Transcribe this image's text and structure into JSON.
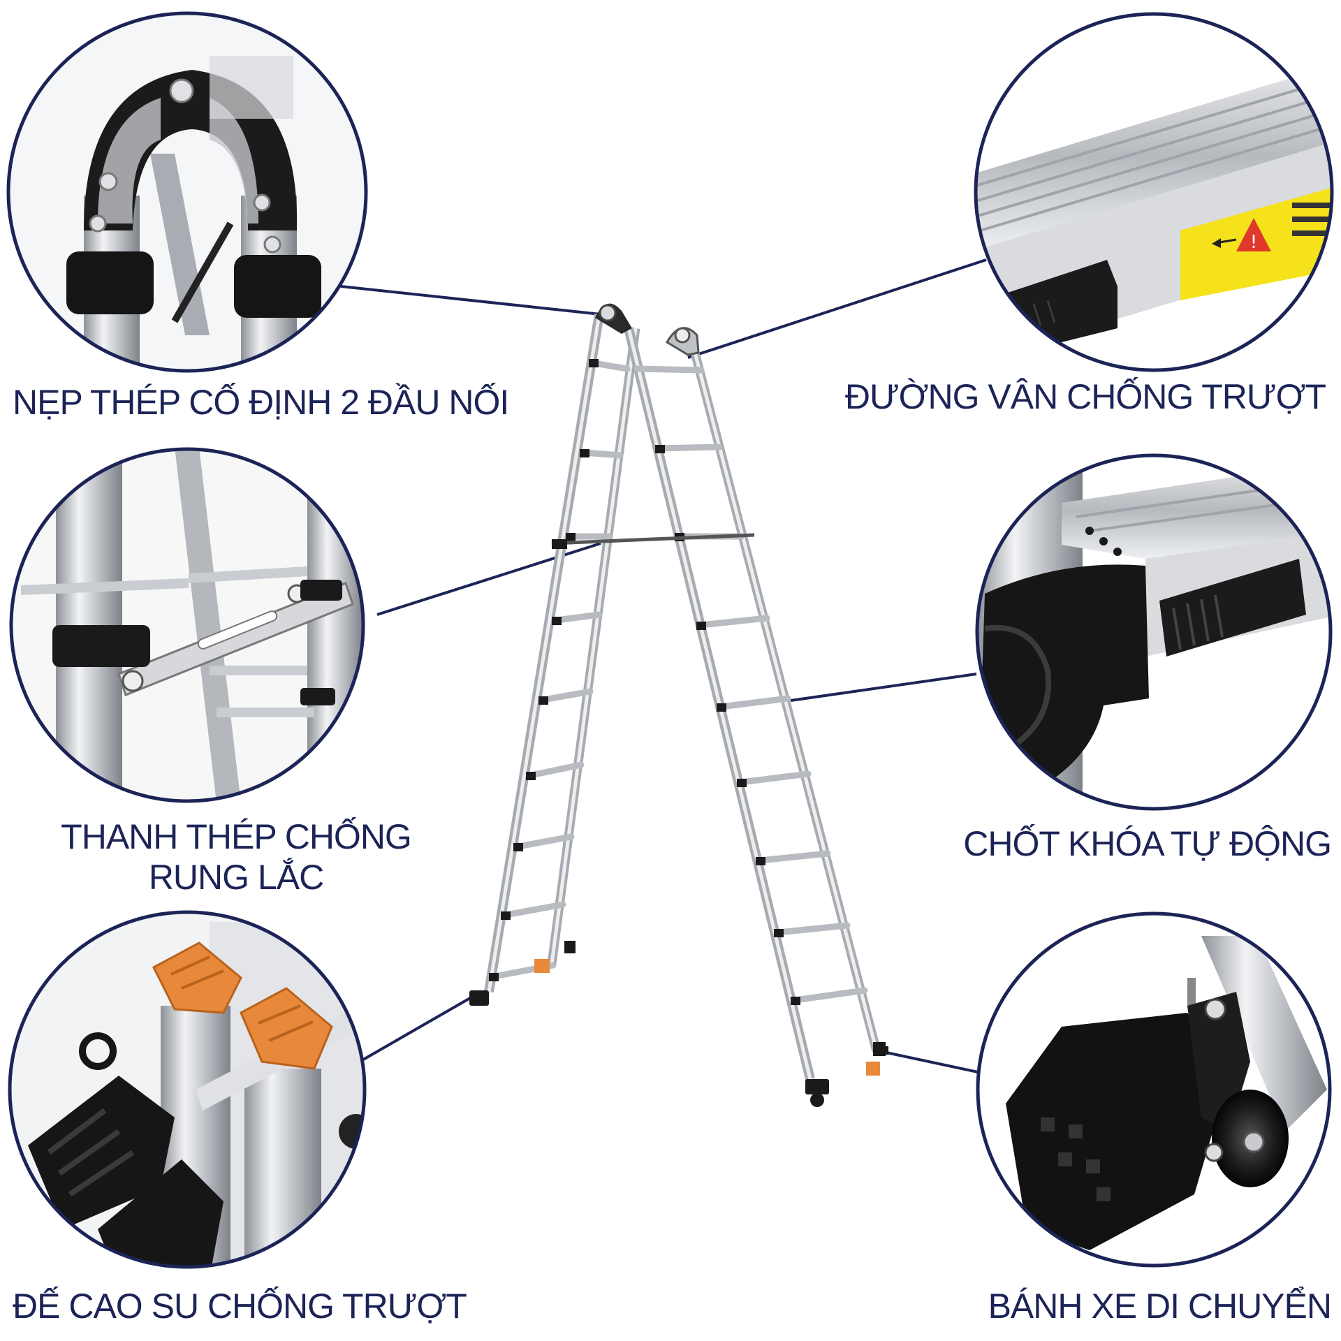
{
  "labels": {
    "steel_brace_connectors": "NẸP THÉP CỐ ĐỊNH 2 ĐẦU NỐI",
    "anti_sway_bar": "THANH THÉP CHỐNG RUNG LẮC",
    "rubber_feet": "ĐẾ CAO SU CHỐNG TRƯỢT",
    "anti_slip_grooves": "ĐƯỜNG VÂN CHỐNG TRƯỢT",
    "auto_lock": "CHỐT KHÓA TỰ ĐỘNG",
    "wheels": "BÁNH XE DI CHUYỂN"
  },
  "colors": {
    "circle_border": "#1c2457",
    "label_text": "#1c2457",
    "aluminum": "#c9ccd1",
    "rubber": "#1a1a1a",
    "orange_pad": "#e8883a",
    "warning_yellow": "#f5e21a"
  },
  "icons": {
    "warning_sticker": "warning-triangle-icon",
    "sticker_arrow": "arrow-left-icon"
  }
}
